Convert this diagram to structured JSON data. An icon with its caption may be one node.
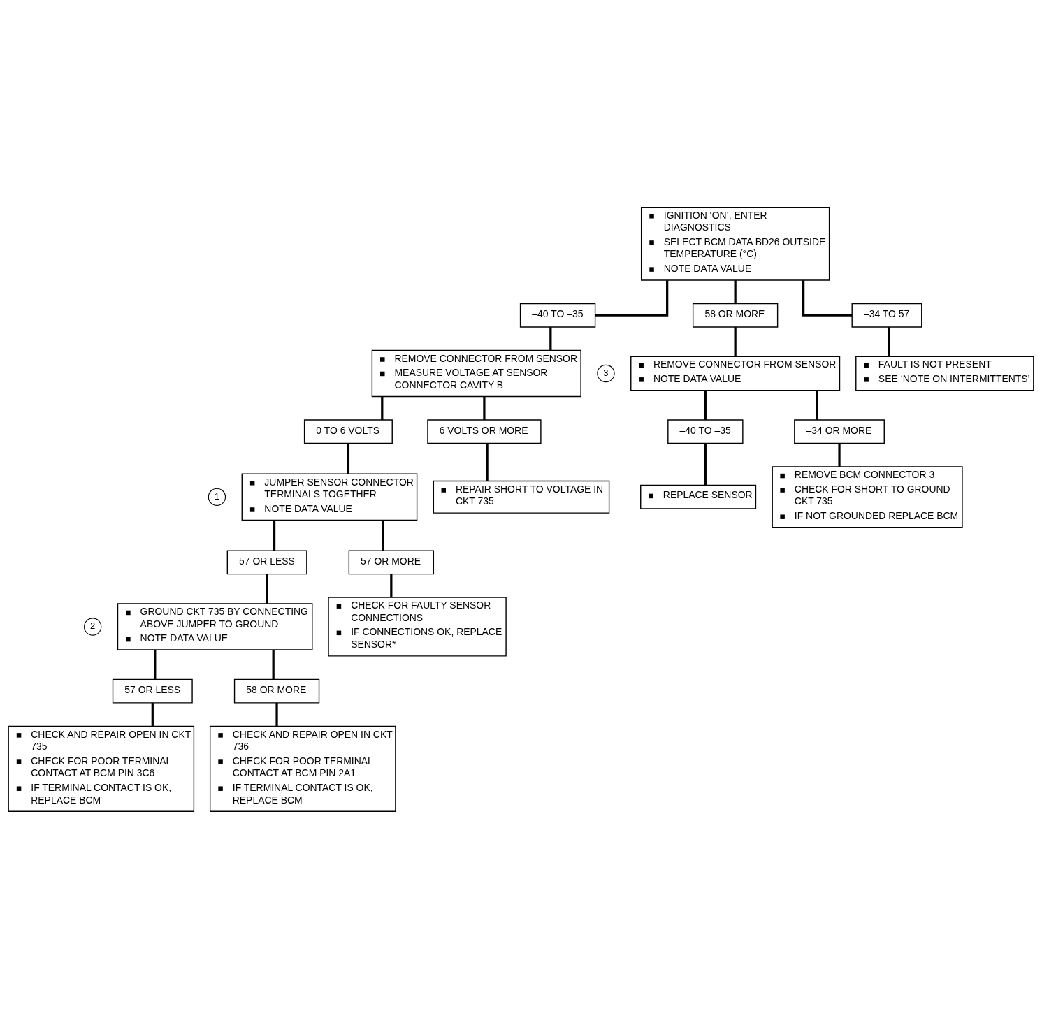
{
  "diagram": {
    "nodes": [
      {
        "text": [
          "IGNITION ‘ON’, ENTER DIAGNOSTICS",
          "SELECT BCM DATA BD26 OUTSIDE TEMPERATURE (°C)",
          "NOTE DATA VALUE"
        ]
      },
      {
        "text": [
          "–40 TO –35"
        ]
      },
      {
        "text": [
          "58 OR MORE"
        ]
      },
      {
        "text": [
          "–34 TO 57"
        ]
      },
      {
        "text": [
          "REMOVE CONNECTOR FROM SENSOR",
          "MEASURE VOLTAGE AT SENSOR CONNECTOR CAVITY B"
        ]
      },
      {
        "text": [
          "REMOVE CONNECTOR FROM SENSOR",
          "NOTE DATA VALUE"
        ],
        "beside": [
          "3"
        ]
      },
      {
        "text": [
          "FAULT IS NOT PRESENT",
          "SEE ‘NOTE ON INTERMITTENTS’"
        ]
      },
      {
        "text": [
          "–40 TO –35"
        ]
      },
      {
        "text": [
          "–34 OR MORE"
        ]
      },
      {
        "text": [
          "REPLACE SENSOR"
        ]
      },
      {
        "text": [
          "REMOVE BCM CONNECTOR 3",
          "CHECK FOR SHORT TO GROUND CKT 735",
          "IF NOT GROUNDED REPLACE BCM"
        ]
      },
      {
        "text": [
          "0 TO 6 VOLTS"
        ]
      },
      {
        "text": [
          "6 VOLTS OR MORE"
        ]
      },
      {
        "text": [
          "JUMPER SENSOR CONNECTOR TERMINALS TOGETHER",
          "NOTE DATA VALUE"
        ],
        "beside": [
          "1"
        ]
      },
      {
        "text": [
          "REPAIR SHORT TO VOLTAGE IN CKT 735"
        ]
      },
      {
        "text": [
          "57 OR LESS"
        ]
      },
      {
        "text": [
          "57 OR MORE"
        ]
      },
      {
        "text": [
          "GROUND CKT 735 BY CONNECTING ABOVE JUMPER TO GROUND",
          "NOTE DATA VALUE"
        ],
        "beside": [
          "2"
        ]
      },
      {
        "text": [
          "CHECK FOR FAULTY SENSOR CONNECTIONS",
          "IF CONNECTIONS OK, REPLACE SENSOR*"
        ]
      },
      {
        "text": [
          "57 OR LESS"
        ]
      },
      {
        "text": [
          "58 OR MORE"
        ]
      },
      {
        "text": [
          "CHECK AND REPAIR OPEN IN CKT 735",
          "CHECK FOR POOR TERMINAL CONTACT AT BCM PIN 3C6",
          "IF TERMINAL CONTACT IS OK, REPLACE BCM"
        ]
      },
      {
        "text": [
          "CHECK AND REPAIR OPEN IN CKT 736",
          "CHECK FOR POOR TERMINAL CONTACT AT BCM PIN 2A1",
          "IF TERMINAL CONTACT IS OK, REPLACE BCM"
        ]
      }
    ],
    "edges": [
      {
        "from": 0,
        "to": 1,
        "arrow": "none"
      },
      {
        "from": 0,
        "to": 2,
        "arrow": "none"
      },
      {
        "from": 0,
        "to": 3,
        "arrow": "none"
      },
      {
        "from": 1,
        "to": 4,
        "arrow": "none"
      },
      {
        "from": 2,
        "to": 5,
        "arrow": "none"
      },
      {
        "from": 3,
        "to": 6,
        "arrow": "none"
      },
      {
        "from": 5,
        "to": 7,
        "arrow": "none"
      },
      {
        "from": 5,
        "to": 8,
        "arrow": "none"
      },
      {
        "from": 7,
        "to": 9,
        "arrow": "none"
      },
      {
        "from": 8,
        "to": 10,
        "arrow": "none"
      },
      {
        "from": 4,
        "to": 11,
        "arrow": "none"
      },
      {
        "from": 4,
        "to": 12,
        "arrow": "none"
      },
      {
        "from": 11,
        "to": 13,
        "arrow": "none"
      },
      {
        "from": 12,
        "to": 14,
        "arrow": "none"
      },
      {
        "from": 13,
        "to": 15,
        "arrow": "none"
      },
      {
        "from": 13,
        "to": 16,
        "arrow": "none"
      },
      {
        "from": 15,
        "to": 17,
        "arrow": "none"
      },
      {
        "from": 16,
        "to": 18,
        "arrow": "none"
      },
      {
        "from": 17,
        "to": 19,
        "arrow": "none"
      },
      {
        "from": 17,
        "to": 20,
        "arrow": "none"
      },
      {
        "from": 19,
        "to": 21,
        "arrow": "none"
      },
      {
        "from": 20,
        "to": 22,
        "arrow": "none"
      }
    ]
  }
}
